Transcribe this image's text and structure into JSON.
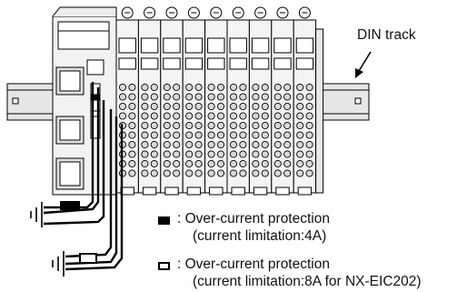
{
  "labels": {
    "din_track": "DIN track",
    "legend_filled_title": ": Over-current protection",
    "legend_filled_sub": "(current limitation:4A)",
    "legend_hollow_title": ": Over-current protection",
    "legend_hollow_sub": "(current limitation:8A for NX-EIC202)"
  },
  "legend": [
    {
      "symbol": "filled-square",
      "color": "#000000"
    },
    {
      "symbol": "hollow-square",
      "color": "#000000"
    }
  ],
  "colors": {
    "line": "#000000",
    "body": "#f2f2f2",
    "rail": "#e6e6e6",
    "terminal": "#d9d9d9"
  }
}
